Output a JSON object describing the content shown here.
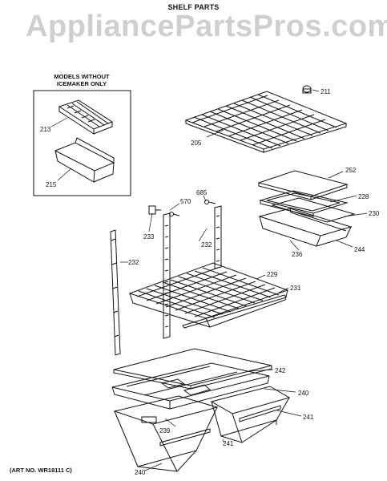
{
  "diagram": {
    "title": "SHELF PARTS",
    "watermark": "AppliancePartsPros.com",
    "inset_title": "MODELS WITHOUT\nICEMAKER ONLY",
    "art_number": "(ART NO. WR18111 C)",
    "callouts": {
      "c211": "211",
      "c205": "205",
      "c213": "213",
      "c215": "215",
      "c252": "252",
      "c228": "228",
      "c230": "230",
      "c244": "244",
      "c236": "236",
      "c685": "685",
      "c570": "570",
      "c233": "233",
      "c232a": "232",
      "c232b": "232",
      "c229": "229",
      "c231": "231",
      "c242": "242",
      "c240a": "240",
      "c241a": "241",
      "c239": "239",
      "c241b": "241",
      "c240b": "240"
    }
  }
}
